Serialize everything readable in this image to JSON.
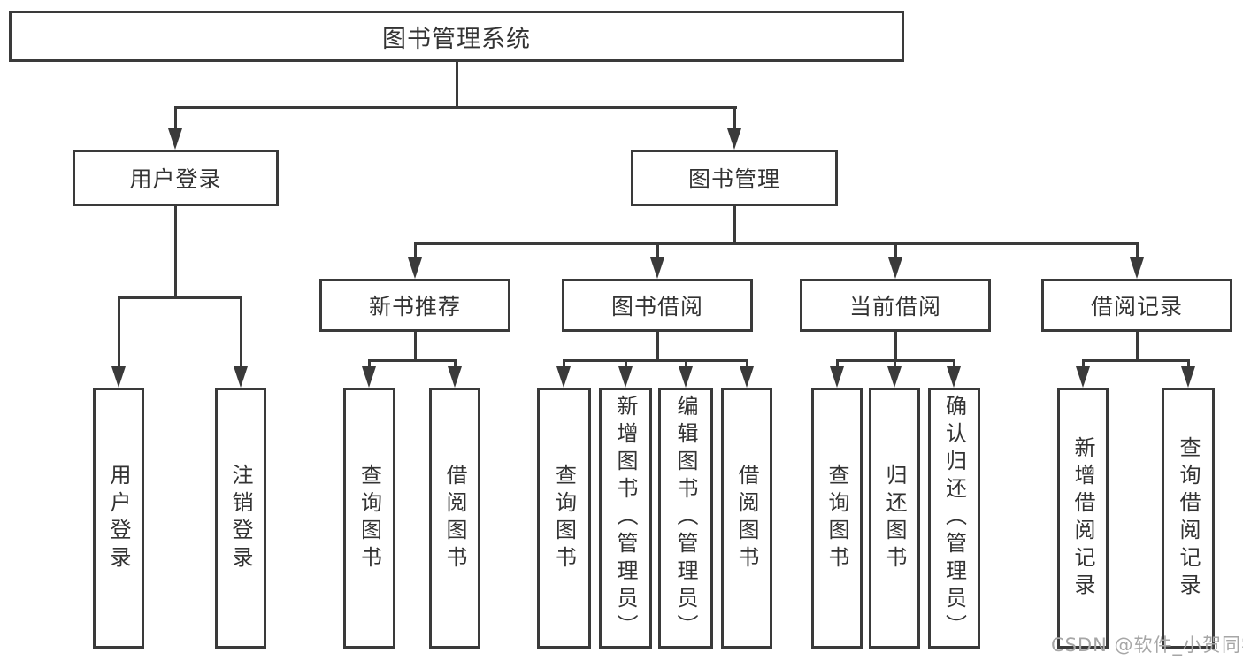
{
  "diagram": {
    "tree": {
      "label": "图书管理系统",
      "children": [
        {
          "label": "用户登录",
          "children": [
            {
              "label": "用户登录"
            },
            {
              "label": "注销登录"
            }
          ]
        },
        {
          "label": "图书管理",
          "children": [
            {
              "label": "新书推荐",
              "children": [
                {
                  "label": "查询图书"
                },
                {
                  "label": "借阅图书"
                }
              ]
            },
            {
              "label": "图书借阅",
              "children": [
                {
                  "label": "查询图书"
                },
                {
                  "label": "新增图书（管理员）"
                },
                {
                  "label": "编辑图书（管理员）"
                },
                {
                  "label": "借阅图书"
                }
              ]
            },
            {
              "label": "当前借阅",
              "children": [
                {
                  "label": "查询图书"
                },
                {
                  "label": "归还图书"
                },
                {
                  "label": "确认归还（管理员）"
                }
              ]
            },
            {
              "label": "借阅记录",
              "children": [
                {
                  "label": "新增借阅记录"
                },
                {
                  "label": "查询借阅记录"
                }
              ]
            }
          ]
        }
      ]
    }
  },
  "watermark": {
    "text": "CSDN @软件_小贺同学"
  },
  "colors": {
    "line": "#3a3a3a",
    "text": "#333333",
    "box_bg": "#ffffff",
    "page_bg": "#ffffff",
    "watermark": "#a6a6a6"
  }
}
